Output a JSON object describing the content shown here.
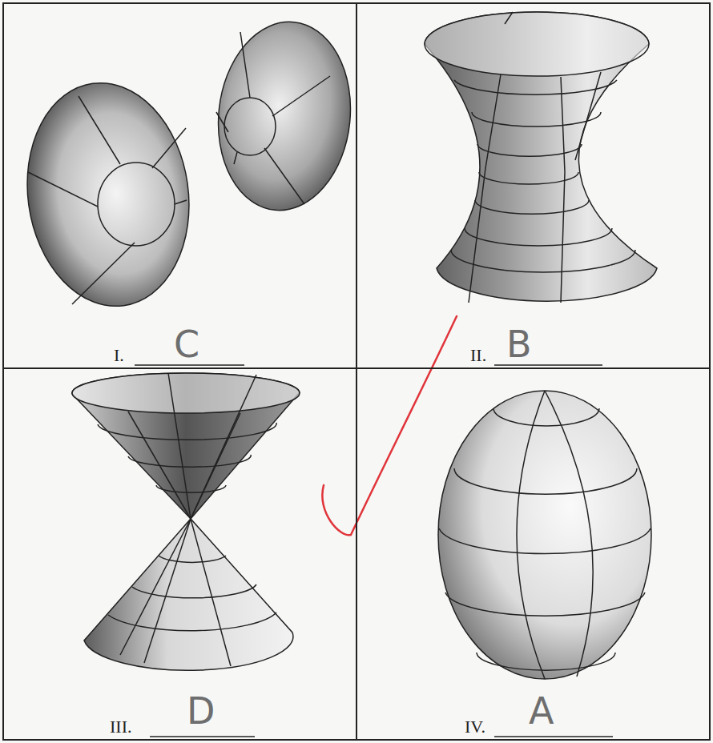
{
  "diagram": {
    "nodes": [
      {
        "text": [
          "I.",
          "C"
        ]
      },
      {
        "text": [
          "II.",
          "B"
        ]
      },
      {
        "text": [
          "III.",
          "D"
        ]
      },
      {
        "text": [
          "IV.",
          "A"
        ]
      }
    ]
  }
}
